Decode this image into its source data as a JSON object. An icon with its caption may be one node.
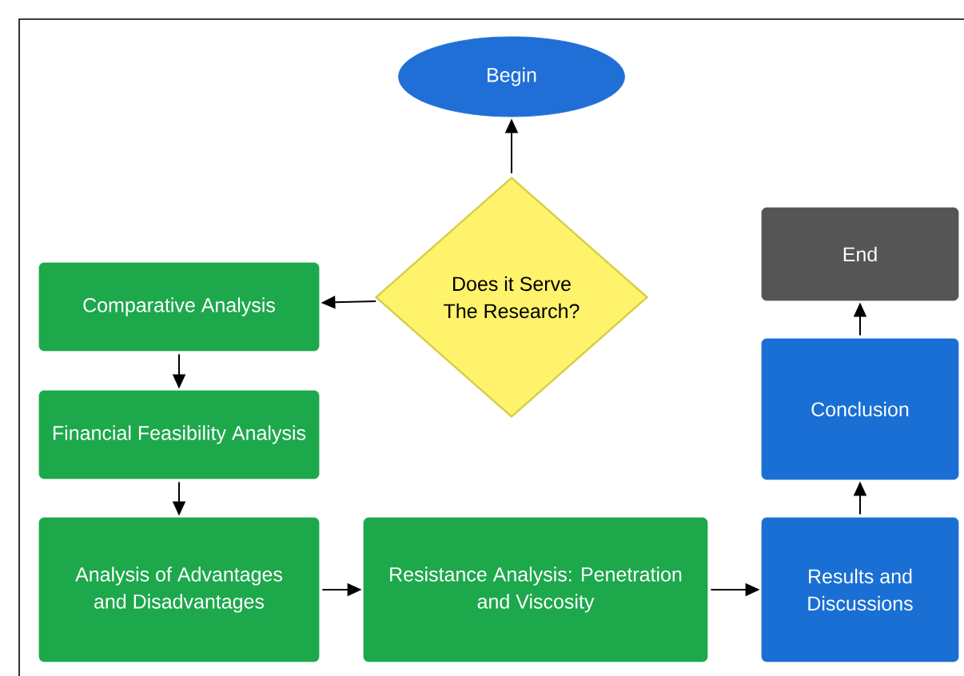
{
  "diagram": {
    "nodes": [
      {
        "text": [
          "Begin"
        ]
      },
      {
        "text": [
          "Does it Serve The Research?"
        ]
      },
      {
        "text": [
          "Comparative Analysis"
        ]
      },
      {
        "text": [
          "Financial Feasibility Analysis"
        ]
      },
      {
        "text": [
          "Analysis of Advantages and Disadvantages"
        ]
      },
      {
        "text": [
          "Resistance Analysis: Penetration and Viscosity"
        ]
      },
      {
        "text": [
          "Results and Discussions"
        ]
      },
      {
        "text": [
          "Conclusion"
        ]
      },
      {
        "text": [
          "End"
        ]
      }
    ],
    "edges": [
      {
        "from": 1,
        "to": 0,
        "arrow": "to"
      },
      {
        "from": 1,
        "to": 2,
        "arrow": "to"
      },
      {
        "from": 2,
        "to": 3,
        "arrow": "to"
      },
      {
        "from": 3,
        "to": 4,
        "arrow": "to"
      },
      {
        "from": 4,
        "to": 5,
        "arrow": "to"
      },
      {
        "from": 5,
        "to": 6,
        "arrow": "to"
      },
      {
        "from": 6,
        "to": 7,
        "arrow": "to"
      },
      {
        "from": 7,
        "to": 8,
        "arrow": "to"
      }
    ]
  }
}
